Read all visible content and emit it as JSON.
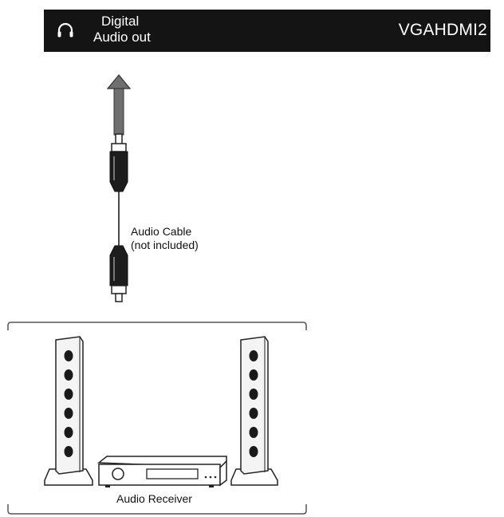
{
  "tv_panel": {
    "port_label_line1": "Digital",
    "port_label_line2": "Audio out",
    "port_names": "VGAHDMI2",
    "icon": "headphones-icon"
  },
  "cable": {
    "label_line1": "Audio Cable",
    "label_line2": "(not included)"
  },
  "receiver": {
    "label": "Audio Receiver"
  }
}
